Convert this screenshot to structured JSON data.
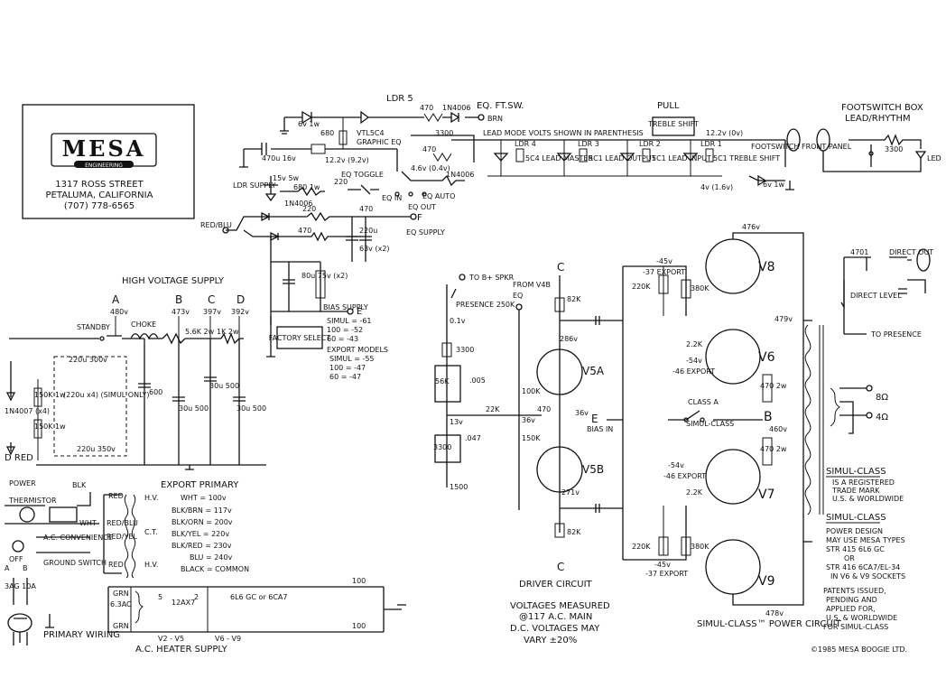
{
  "header": {
    "logo": "MESA",
    "logo_sub": "ENGINEERING",
    "address1": "1317 ROSS STREET",
    "address2": "PETALUMA, CALIFORNIA",
    "phone": "(707) 778-6565"
  },
  "eq_section": {
    "ldr5": "LDR 5",
    "vtl": "VTL5C4",
    "graphic_eq": "GRAPHIC EQ",
    "r680": "680",
    "r6v": "6v 1w",
    "r470a": "470",
    "r1n4006": "1N4006",
    "eq_ftsw": "EQ. FT.SW.",
    "brn": "BRN",
    "lead_mode_note": "LEAD MODE VOLTS SHOWN IN PARENTHESIS",
    "r3300": "3300",
    "c470u": "470u 16v",
    "ldr_supply": "LDR SUPPLY",
    "v12": "12.2v (9.2v)",
    "eq_toggle": "EQ TOGGLE",
    "v4_6": "4.6v (0.4v)",
    "r220": "220",
    "eq_in": "EQ IN",
    "eq_auto": "EQ AUTO",
    "eq_out": "EQ OUT",
    "r470b": "470",
    "c15v": "15v 5w",
    "r680b": "680 1w",
    "d1n4006": "1N4006",
    "red_blu": "RED/BLU",
    "r220b": "220",
    "r470c": "470",
    "f_label": "F",
    "eq_supply": "EQ SUPPLY",
    "c220u": "220u",
    "c63v": "63v (x2)",
    "r470d": "470"
  },
  "ldr_row": {
    "ldr4": "LDR 4",
    "sc4_master": "5C4 LEAD MASTER",
    "ldr3": "LDR 3",
    "sc1_output": "5C1 LEAD OUTPUT",
    "ldr2": "LDR 2",
    "sc1_input": "5C1 LEAD INPUT",
    "ldr1": "LDR 1",
    "sc1_treble": "5C1 TREBLE SHIFT",
    "pull": "PULL",
    "treble_shift": "TREBLE SHIFT",
    "v12_2": "12.2v (0v)",
    "footswitch_front": "FOOTSWITCH FRONT PANEL",
    "v4": "4v (1.6v)",
    "r6v1w": "6v 1w"
  },
  "footswitch_box": {
    "title": "FOOTSWITCH BOX",
    "sub": "LEAD/RHYTHM",
    "r3300": "3300",
    "led": "LED"
  },
  "bias": {
    "bias_supply": "BIAS SUPPLY",
    "e_label": "E",
    "c80u": "80u 75v (x2)",
    "factory_select": "FACTORY SELECT",
    "simul": "SIMUL = -61",
    "v100": "100 = -52",
    "v60": "60 = -43",
    "export_models": "EXPORT MODELS",
    "ex_simul": "SIMUL = -55",
    "ex_100": "100 = -47",
    "ex_60": "60 = -47"
  },
  "hv_supply": {
    "title": "HIGH VOLTAGE SUPPLY",
    "a": "A",
    "b": "B",
    "c": "C",
    "d": "D",
    "va": "480v",
    "vb": "473v",
    "vc": "397v",
    "vd": "392v",
    "standby": "STANDBY",
    "choke": "CHOKE",
    "r5_6k": "5.6K 2w",
    "r1k": "1K 2w",
    "r150k": "150K 1w",
    "r150k2": "150K 1w",
    "c220u_top": "220u 300v",
    "c600": "600",
    "c30u_a": "30u 500",
    "c30u_b": "30u 500",
    "c30u_c": "30u 500",
    "simul_only": "(220u x4) (SIMUL ONLY)",
    "c220u_bot": "220u 350v",
    "diodes": "1N4007 (x4)",
    "d_red": "D RED"
  },
  "primary": {
    "power": "POWER",
    "thermistor": "THERMISTOR",
    "blk": "BLK",
    "wht": "WHT",
    "ac_convenience": "A.C. CONVENIENCE",
    "ground_switch": "GROUND SWITCH",
    "off": "OFF",
    "a": "A",
    "b": "B",
    "fuse": "3AG 10A",
    "primary_wiring": "PRIMARY WIRING"
  },
  "transformer": {
    "red": "RED",
    "hv": "H.V.",
    "red_blu": "RED/BLU",
    "yel": "RED/YEL",
    "ct": "C.T.",
    "red2": "RED",
    "hv2": "H.V.",
    "export_primary": "EXPORT PRIMARY",
    "wht": "WHT = 100v",
    "blk_brn": "BLK/BRN = 117v",
    "blk_org": "BLK/ORN = 200v",
    "blk_yel": "BLK/YEL = 220v",
    "blk_red": "BLK/RED = 230v",
    "blu": "BLU = 240v",
    "black": "BLACK = COMMON",
    "grn": "GRN",
    "v63": "6.3AC",
    "v5": "5",
    "v2": "2",
    "tube_12ax7": "12AX7",
    "tube_6l6": "6L6 GC or 6CA7",
    "grn2": "GRN",
    "v2_v5": "V2 - V5",
    "v6_v9": "V6 - V9",
    "heater": "A.C. HEATER SUPPLY",
    "r100a": "100",
    "r100b": "100"
  },
  "driver": {
    "to_b_spkr": "TO B+ SPKR",
    "presence": "PRESENCE 250K",
    "from_v4b": "FROM V4B",
    "eq": "EQ",
    "c_top": "C",
    "r82k": "82K",
    "v0_1": "0.1v",
    "r3300": "3300",
    "v286": "286v",
    "v5a": "V5A",
    "c_005": ".005",
    "r56k": "56K",
    "r100k": "100K",
    "r22k": "22K",
    "r470": "470",
    "v36": "36v",
    "r150k": "150K",
    "v13": "13v",
    "v36b": "36v",
    "r3300b": "3300",
    "c047": ".047",
    "v5b": "V5B",
    "r1500": "1500",
    "v271": "271v",
    "r82kb": "82K",
    "c_bot": "C",
    "e_bias": "E",
    "bias_in": "BIAS IN",
    "title": "DRIVER CIRCUIT",
    "voltages1": "VOLTAGES MEASURED",
    "voltages2": "@117 A.C. MAIN",
    "voltages3": "D.C. VOLTAGES MAY",
    "voltages4": "VARY ±20%"
  },
  "power_amp": {
    "v476": "476v",
    "v8": "V8",
    "v6": "V6",
    "v7": "V7",
    "v9": "V9",
    "r220k": "220K",
    "r380k": "380K",
    "v_45": "-45v",
    "v_37_export": "-37 EXPORT",
    "r2_2k": "2.2K",
    "v_54": "-54v",
    "v_46_export": "-46 EXPORT",
    "class_a": "CLASS A",
    "simul_class": "SIMUL-CLASS",
    "b_label": "B",
    "v460": "460v",
    "r470_2w": "470 2w",
    "r470_2w_b": "470 2w",
    "v_54b": "-54v",
    "v_46b": "-46 EXPORT",
    "r2_2k_b": "2.2K",
    "r220k_b": "220K",
    "r380k_b": "380K",
    "v_45b": "-45v",
    "v_37b": "-37 EXPORT",
    "v479": "479v",
    "v478": "478v",
    "title": "SIMUL-CLASS™ POWER CIRCUIT"
  },
  "output": {
    "r4701": "4701",
    "direct_out": "DIRECT OUT",
    "direct_level": "DIRECT LEVEL",
    "to_presence": "TO PRESENCE",
    "ohm8": "8Ω",
    "ohm4": "4Ω"
  },
  "notes": {
    "simul_class_tm": "SIMUL-CLASS",
    "tm1": "IS A REGISTERED",
    "tm2": "TRADE MARK",
    "tm3": "U.S. & WORLDWIDE",
    "simul_class2": "SIMUL-CLASS",
    "pd1": "POWER DESIGN",
    "pd2": "MAY USE MESA TYPES",
    "pd3": "STR 415 6L6 GC",
    "pd4": "OR",
    "pd5": "STR 416 6CA7/EL-34",
    "pd6": "IN V6 & V9 SOCKETS",
    "pat1": "PATENTS ISSUED,",
    "pat2": "PENDING AND",
    "pat3": "APPLIED FOR,",
    "pat4": "U.S. & WORLDWIDE",
    "pat5": "FOR SIMUL-CLASS",
    "copyright": "©1985 MESA BOOGIE LTD."
  }
}
